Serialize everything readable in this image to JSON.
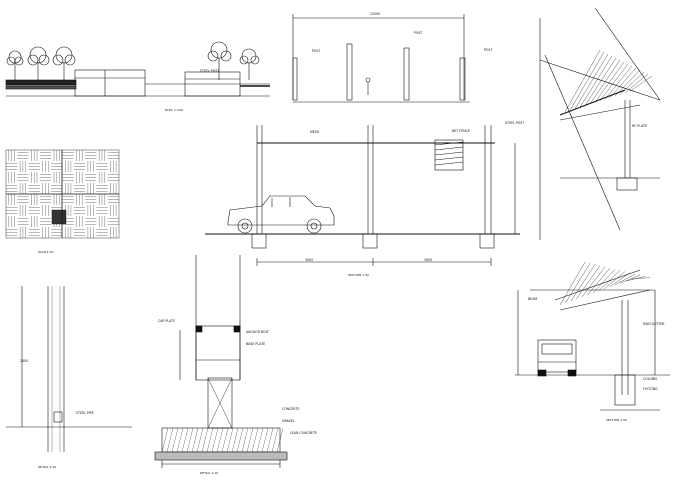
{
  "drawing": {
    "captions": {
      "elevation": "ELEV. 1:100",
      "plan": "PLAN 1:20",
      "section_main": "SECTION 1:50",
      "column_detail": "DETAIL 1:20",
      "footing_detail": "DETAIL 1:10",
      "canopy_section": "SECTION 1:50"
    },
    "labels": {
      "fence_top": "STEEL POST",
      "post_a": "POST",
      "post_b": "POST",
      "post_c": "POST",
      "panel_top": "MESH",
      "note_a": "NET FENCE",
      "note_b": "STEEL POST",
      "canopy_a": "RC PLATE",
      "canopy_b": "BEAM",
      "canopy_c": "RAIN GUTTER",
      "canopy_d": "COLUMN",
      "canopy_e": "FOOTING",
      "footing_a": "ANCHOR BOLT",
      "footing_b": "BASE PLATE",
      "footing_c": "CONCRETE",
      "footing_d": "GRAVEL",
      "footing_e": "LEAN CONCRETE",
      "col_a": "STEEL PIPE",
      "col_b": "CAP PLATE"
    },
    "dims": {
      "top_total": "12000",
      "main_span_1": "3000",
      "main_span_2": "3000",
      "height": "2400"
    }
  }
}
